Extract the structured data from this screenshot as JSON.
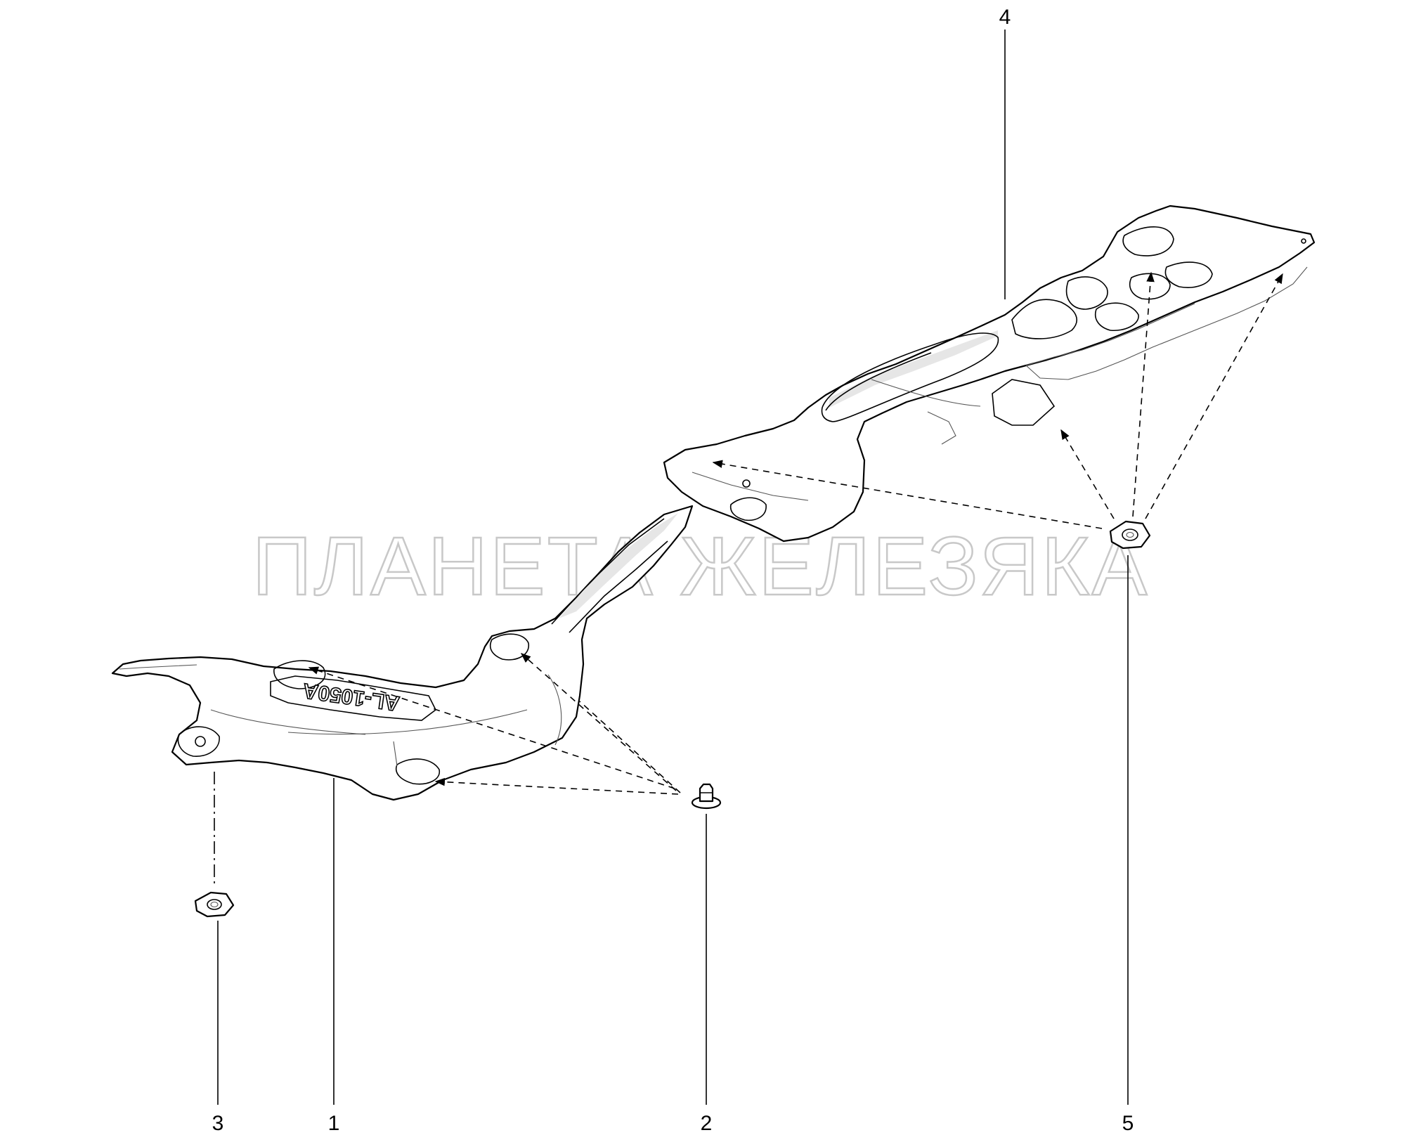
{
  "watermark": "ПЛАНЕТА ЖЕЛЕЗЯКА",
  "part_stamp": "AL-1050A",
  "callouts": {
    "front_heat_shield": "1",
    "clip": "2",
    "left_nut": "3",
    "rear_heat_shield": "4",
    "right_nut": "5"
  }
}
